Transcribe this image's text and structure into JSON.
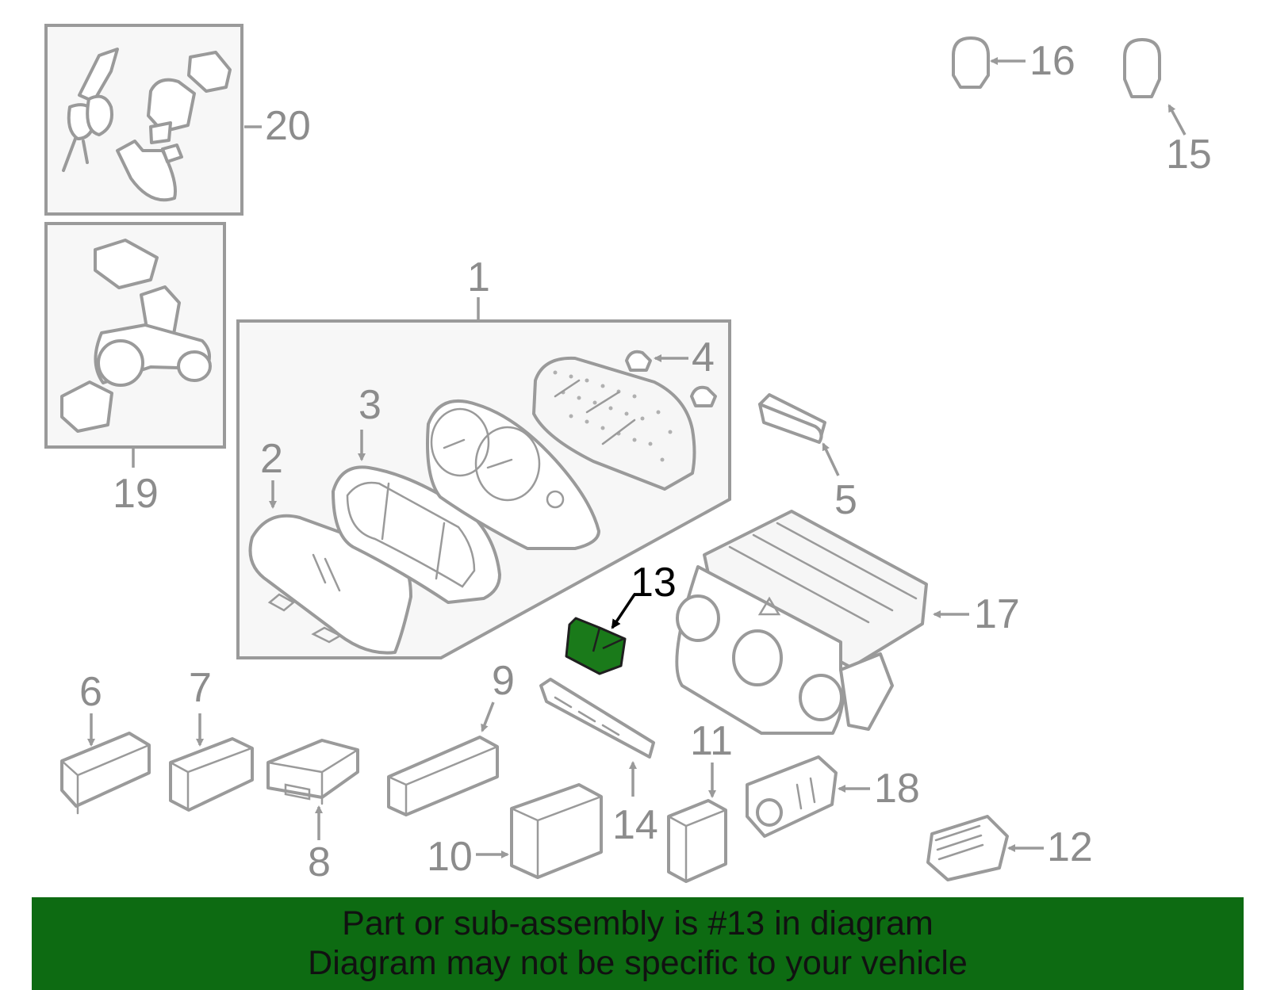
{
  "callouts": {
    "n1": "1",
    "n2": "2",
    "n3": "3",
    "n4": "4",
    "n5": "5",
    "n6": "6",
    "n7": "7",
    "n8": "8",
    "n9": "9",
    "n10": "10",
    "n11": "11",
    "n12": "12",
    "n13": "13",
    "n14": "14",
    "n15": "15",
    "n16": "16",
    "n17": "17",
    "n18": "18",
    "n19": "19",
    "n20": "20"
  },
  "highlight": {
    "part": "13",
    "color": "#1a7a1a"
  },
  "banner": {
    "line1": "Part or sub-assembly is #13 in diagram",
    "line2": "Diagram may not be specific to your vehicle",
    "color": "#0d6b12"
  }
}
